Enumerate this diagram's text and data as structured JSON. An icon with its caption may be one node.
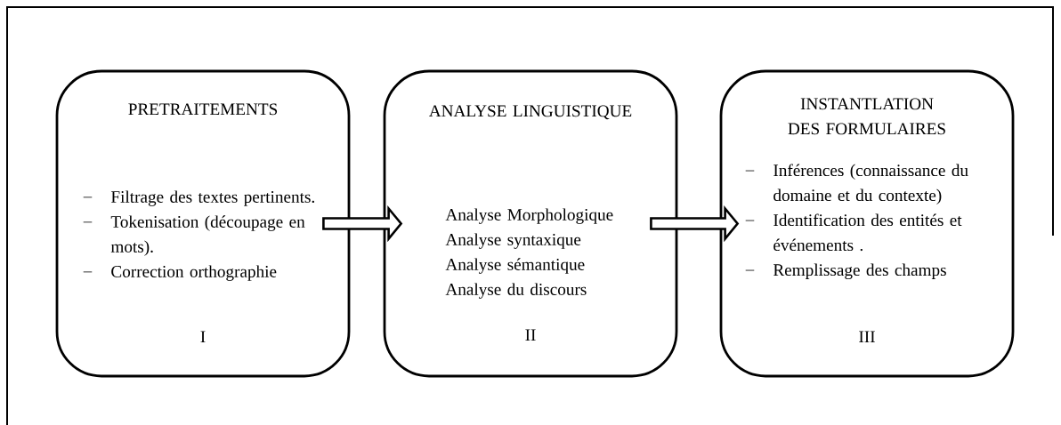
{
  "diagram": {
    "nodes": [
      {
        "text": [
          "PRETRAITEMENTS",
          "Filtrage des textes pertinents.",
          "Tokenisation (découpage en mots).",
          "Correction orthographie",
          "I"
        ]
      },
      {
        "text": [
          "ANALYSE LINGUISTIQUE",
          "Analyse Morphologique",
          "Analyse syntaxique",
          "Analyse sémantique",
          "Analyse du discours",
          "II"
        ]
      },
      {
        "text": [
          "INSTANTLATION DES FORMULAIRES",
          "Inférences (connaissance du domaine et du contexte)",
          "Identification des entités et événements .",
          "Remplissage des champs",
          "III"
        ]
      }
    ],
    "edges": [
      {
        "from": 0,
        "to": 1,
        "arrow": "to"
      },
      {
        "from": 1,
        "to": 2,
        "arrow": "to"
      }
    ]
  }
}
